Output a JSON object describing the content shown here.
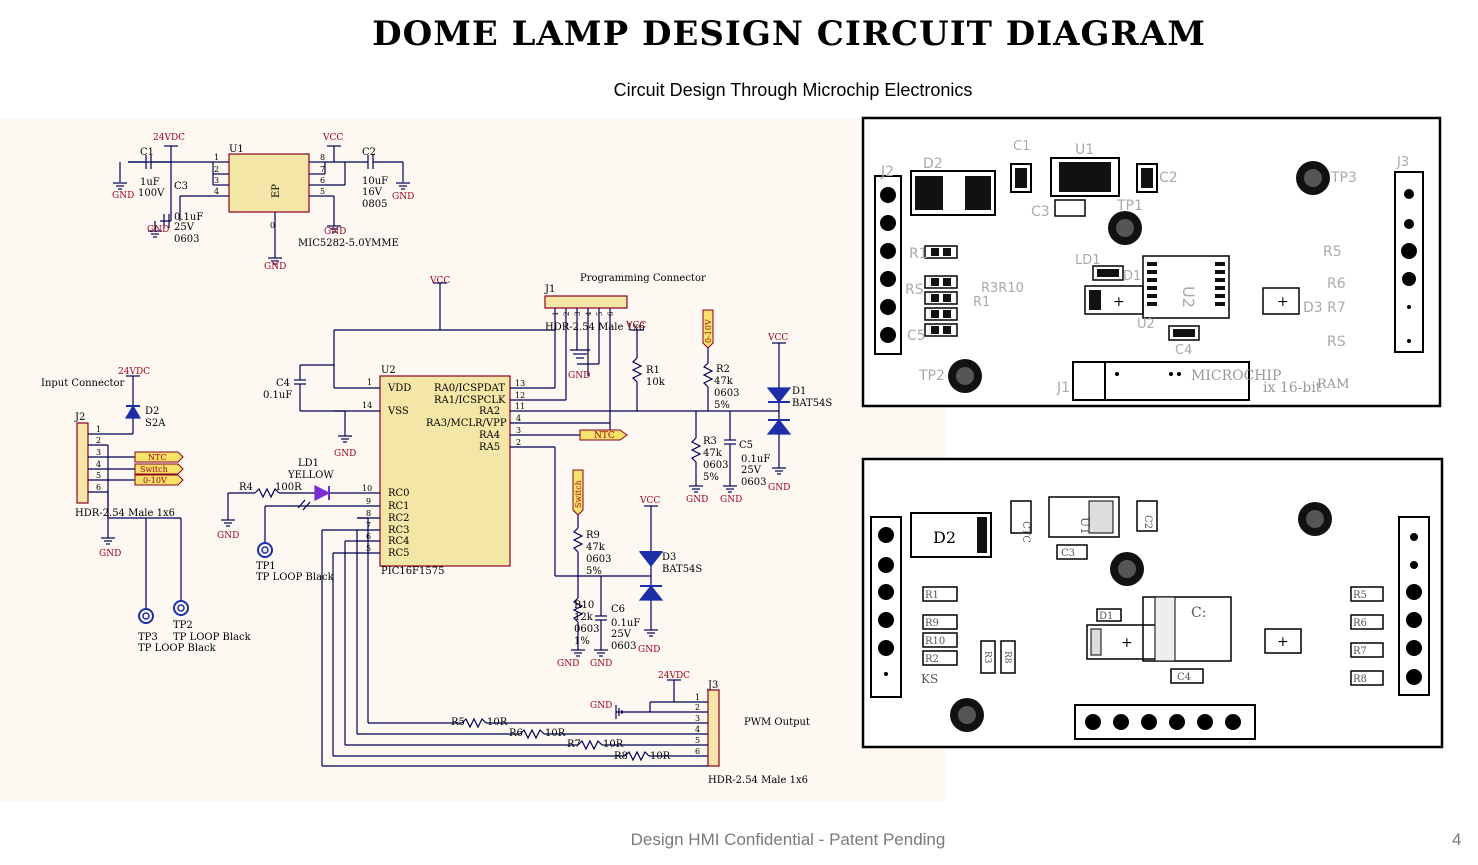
{
  "slide": {
    "title": "DOME LAMP DESIGN CIRCUIT DIAGRAM",
    "subtitle": "Circuit Design Through Microchip Electronics",
    "footer": "Design HMI Confidential - Patent Pending",
    "page_number": "4"
  },
  "schematic": {
    "power_section": {
      "net_24vdc": "24VDC",
      "net_vcc": "VCC",
      "gnd": "GND",
      "c1": {
        "ref": "C1",
        "value": "1uF",
        "voltage": "100V"
      },
      "c3": {
        "ref": "C3",
        "value": "0.1uF",
        "voltage": "25V",
        "package": "0603"
      },
      "c2": {
        "ref": "C2",
        "value": "10uF",
        "voltage": "16V",
        "package": "0805"
      },
      "u1": {
        "ref": "U1",
        "part": "MIC5282-5.0YMME",
        "pad": "EP",
        "pins_left": [
          "1",
          "2",
          "3",
          "4"
        ],
        "pins_right": [
          "8",
          "7",
          "6",
          "5"
        ],
        "pin_bottom": "0"
      }
    },
    "input_connector": {
      "title": "Input Connector",
      "ref": "J2",
      "part": "HDR-2.54 Male 1x6",
      "pins": [
        "1",
        "2",
        "3",
        "4",
        "5",
        "6"
      ],
      "d2": {
        "ref": "D2",
        "part": "S2A"
      },
      "net_24vdc": "24VDC",
      "flags": [
        "NTC",
        "Switch",
        "0-10V"
      ]
    },
    "mcu": {
      "ref": "U2",
      "part": "PIC16F1575",
      "left_pins": [
        {
          "num": "1",
          "name": "VDD"
        },
        {
          "num": "14",
          "name": "VSS"
        },
        {
          "num": "10",
          "name": "RC0"
        },
        {
          "num": "9",
          "name": "RC1"
        },
        {
          "num": "8",
          "name": "RC2"
        },
        {
          "num": "7",
          "name": "RC3"
        },
        {
          "num": "6",
          "name": "RC4"
        },
        {
          "num": "5",
          "name": "RC5"
        }
      ],
      "right_pins": [
        {
          "num": "13",
          "name": "RA0/ICSPDAT"
        },
        {
          "num": "12",
          "name": "RA1/ICSPCLK"
        },
        {
          "num": "11",
          "name": "RA2"
        },
        {
          "num": "4",
          "name": "RA3/MCLR/VPP"
        },
        {
          "num": "3",
          "name": "RA4"
        },
        {
          "num": "2",
          "name": "RA5"
        }
      ],
      "c4": {
        "ref": "C4",
        "value": "0.1uF"
      }
    },
    "programming_connector": {
      "title": "Programming Connector",
      "ref": "J1",
      "part": "HDR-2.54 Male 1x6",
      "pins": [
        "1",
        "2",
        "3",
        "4",
        "5",
        "6"
      ]
    },
    "leds_and_test": {
      "ld1": {
        "ref": "LD1",
        "color": "YELLOW"
      },
      "r4": {
        "ref": "R4",
        "value": "100R"
      },
      "tp1": {
        "ref": "TP1",
        "type": "TP LOOP Black"
      },
      "tp2": {
        "ref": "TP2",
        "type": "TP LOOP Black"
      },
      "tp3": {
        "ref": "TP3",
        "type": "TP LOOP Black"
      }
    },
    "analog": {
      "r1": {
        "ref": "R1",
        "value": "10k"
      },
      "r2": {
        "ref": "R2",
        "value": "47k",
        "package": "0603",
        "tolerance": "5%"
      },
      "r3": {
        "ref": "R3",
        "value": "47k",
        "package": "0603",
        "tolerance": "5%"
      },
      "c5": {
        "ref": "C5",
        "value": "0.1uF",
        "voltage": "25V",
        "package": "0603"
      },
      "d1": {
        "ref": "D1",
        "part": "BAT54S"
      },
      "flag_010v": "0-10V",
      "flag_ntc": "NTC",
      "flag_switch": "Switch",
      "r9": {
        "ref": "R9",
        "value": "47k",
        "package": "0603",
        "tolerance": "5%"
      },
      "r10": {
        "ref": "R10",
        "value": "12k",
        "package": "0603",
        "tolerance": "1%"
      },
      "c6": {
        "ref": "C6",
        "value": "0.1uF",
        "voltage": "25V",
        "package": "0603"
      },
      "d3": {
        "ref": "D3",
        "part": "BAT54S"
      }
    },
    "pwm_output": {
      "title": "PWM Output",
      "ref": "J3",
      "part": "HDR-2.54 Male 1x6",
      "pins": [
        "1",
        "2",
        "3",
        "4",
        "5",
        "6"
      ],
      "net_24vdc": "24VDC",
      "gnd": "GND",
      "r5": {
        "ref": "R5",
        "value": "10R"
      },
      "r6": {
        "ref": "R6",
        "value": "10R"
      },
      "r7": {
        "ref": "R7",
        "value": "10R"
      },
      "r8": {
        "ref": "R8",
        "value": "10R"
      }
    }
  },
  "pcb_top": {
    "labels": {
      "j2": "J2",
      "d2": "D2",
      "c1": "C1",
      "u1": "U1",
      "c2": "C2",
      "tp3": "TP3",
      "j3": "J3",
      "c3": "C3",
      "tp1": "TP1",
      "r1": "R1",
      "r3r10": "R3R10",
      "r1b": "R1",
      "ld1": "LD1",
      "d1": "D1",
      "u2": "U2",
      "u2b": "U2",
      "r5": "R5",
      "r6": "R6",
      "d3r7": "D3 R7",
      "rs": "RS",
      "c4": "C4",
      "tp2": "TP2",
      "j1": "J1",
      "microchip": "MICROCHIP",
      "bit": "ix 16-bit",
      "ram": "RAM",
      "c5": "C5",
      "rs9": "RS"
    }
  },
  "pcb_bottom": {
    "labels": {
      "d2": "D2",
      "ctc": "CTC",
      "u1": "U1",
      "c2": "C2",
      "c3": "C3",
      "d1": "D1",
      "c_big": "C:",
      "c4": "C4",
      "r1": "R1",
      "r9": "R9",
      "r10": "R10",
      "r2": "R2",
      "r3": "R3",
      "r8": "R8",
      "r5": "R5",
      "r6": "R6",
      "r7": "R7",
      "r8b": "R8",
      "ks": "KS"
    }
  }
}
